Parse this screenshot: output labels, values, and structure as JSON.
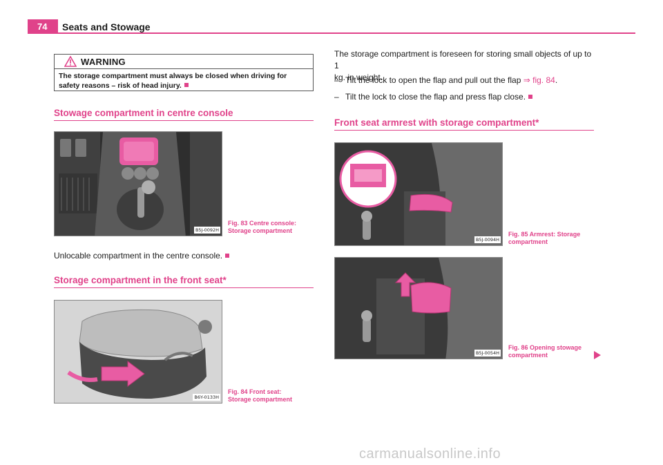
{
  "header": {
    "page_number": "74",
    "title": "Seats and Stowage"
  },
  "warning": {
    "title": "WARNING",
    "text": "The storage compartment must always be closed when driving for safety reasons – risk of head injury."
  },
  "sections": {
    "centre_console": {
      "heading": "Stowage compartment in centre console",
      "figure_code": "B5J-0092H",
      "caption_line1": "Fig. 83   Centre console:",
      "caption_line2": "Storage compartment",
      "body": "Unlocable compartment in the centre console."
    },
    "front_seat": {
      "heading": "Storage compartment in the front seat*",
      "figure_code": "B6Y-0133H",
      "caption_line1": "Fig. 84   Front seat:",
      "caption_line2": "Storage compartment",
      "para1_line1": "The storage compartment is foreseen for storing small objects of up to 1",
      "para1_line2": "kg. in weight.",
      "step1_text": "Tilt the lock to open the flap and pull out the flap ",
      "step1_link": "⇒ fig. 84",
      "step1_end": ".",
      "step2_text": "Tilt the lock to close the flap and press flap close.",
      "dash": "–"
    },
    "armrest": {
      "heading": "Front seat armrest with storage compartment*",
      "fig85_code": "B5J-0094H",
      "fig85_caption_line1": "Fig. 85   Armrest: Storage",
      "fig85_caption_line2": "compartment",
      "fig86_code": "B5J-0054H",
      "fig86_caption_line1": "Fig. 86   Opening stowage",
      "fig86_caption_line2": "compartment"
    }
  },
  "watermark": "carmanualsonline.info",
  "colors": {
    "accent": "#e0428a",
    "text": "#1a1a1a"
  },
  "icons": {
    "warning": "warning-triangle-icon",
    "next_page": "next-page-arrow-icon"
  }
}
